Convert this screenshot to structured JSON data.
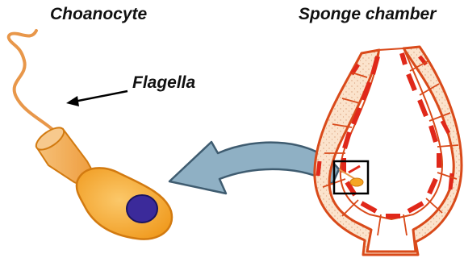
{
  "labels": {
    "choanocyte": "Choanocyte",
    "sponge_chamber": "Sponge chamber",
    "flagella": "Flagella"
  },
  "colors": {
    "cell_body": "#f5a623",
    "cell_outline": "#d27a10",
    "nucleus": "#3b2a9a",
    "collar": "#f3b25f",
    "flagellum": "#f0a85a",
    "chamber_fill": "#fbe3cc",
    "chamber_outline": "#d94a1a",
    "chamber_red": "#e0281a",
    "arrow_fill": "#8fb0c4",
    "arrow_outline": "#3f5c70",
    "black": "#000000"
  }
}
